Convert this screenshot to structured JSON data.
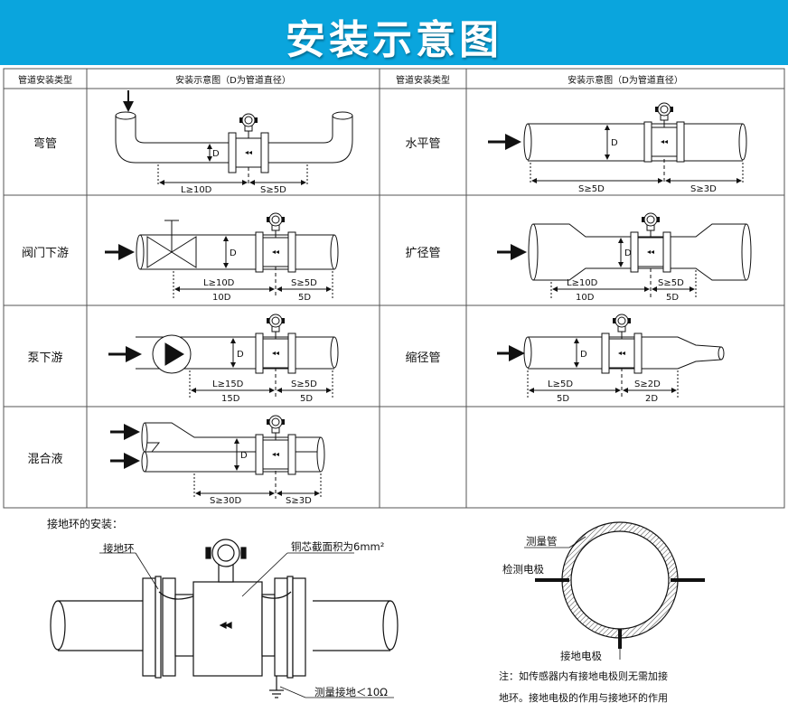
{
  "banner": {
    "title": "安装示意图",
    "bg_color": "#0aa5dd"
  },
  "table": {
    "header_type": "管道安装类型",
    "header_diagram": "安装示意图（D为管道直径）",
    "rows": [
      {
        "left": "弯管",
        "right": "水平管"
      },
      {
        "left": "阀门下游",
        "right": "扩径管"
      },
      {
        "left": "泵下游",
        "right": "缩径管"
      },
      {
        "left": "混合液",
        "right": ""
      }
    ]
  },
  "dims": {
    "bend": {
      "d": "D",
      "l": "L≥10D",
      "s": "S≥5D"
    },
    "horizontal": {
      "d": "D",
      "l": "S≥5D",
      "s": "S≥3D"
    },
    "valve": {
      "d": "D",
      "l": "L≥10D",
      "l2": "10D",
      "s": "S≥5D",
      "s2": "5D"
    },
    "expand": {
      "d": "D",
      "l": "L≥10D",
      "l2": "10D",
      "s": "S≥5D",
      "s2": "5D"
    },
    "pump": {
      "d": "D",
      "l": "L≥15D",
      "l2": "15D",
      "s": "S≥5D",
      "s2": "5D"
    },
    "reduce": {
      "d": "D",
      "l": "L≥5D",
      "l2": "5D",
      "s": "S≥2D",
      "s2": "2D"
    },
    "mix": {
      "d": "D",
      "l": "S≥30D",
      "s": "S≥3D"
    }
  },
  "ground": {
    "title": "接地环的安装：",
    "ring_label": "接地环",
    "wire_label": "铜芯截面积为6mm²",
    "measure_label": "测量接地＜10Ω"
  },
  "electrode": {
    "tube_label": "测量管",
    "detect_label": "检测电极",
    "ground_label": "接地电极",
    "note_line1": "注：如传感器内有接地电极则无需加接",
    "note_line2": "地环。接地电极的作用与接地环的作用"
  }
}
